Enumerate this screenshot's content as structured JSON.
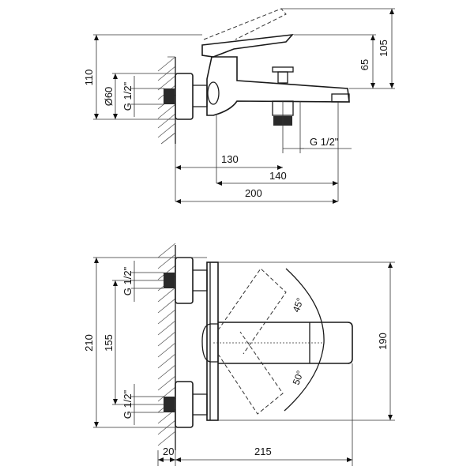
{
  "side_view": {
    "dim_width_total": "200",
    "dim_to_spout": "140",
    "dim_to_body": "130",
    "dim_height_total": "105",
    "dim_height_lever": "65",
    "dim_height_body": "110",
    "dim_diameter": "Ø60",
    "thread_inlet": "G 1/2\"",
    "thread_outlet": "G 1/2\""
  },
  "top_view": {
    "dim_height_total": "210",
    "dim_inlet_spacing": "155",
    "dim_depth": "190",
    "dim_wall_offset": "20",
    "dim_length": "215",
    "angle_up": "45°",
    "angle_down": "50°",
    "thread_upper": "G 1/2\"",
    "thread_lower": "G 1/2\""
  }
}
